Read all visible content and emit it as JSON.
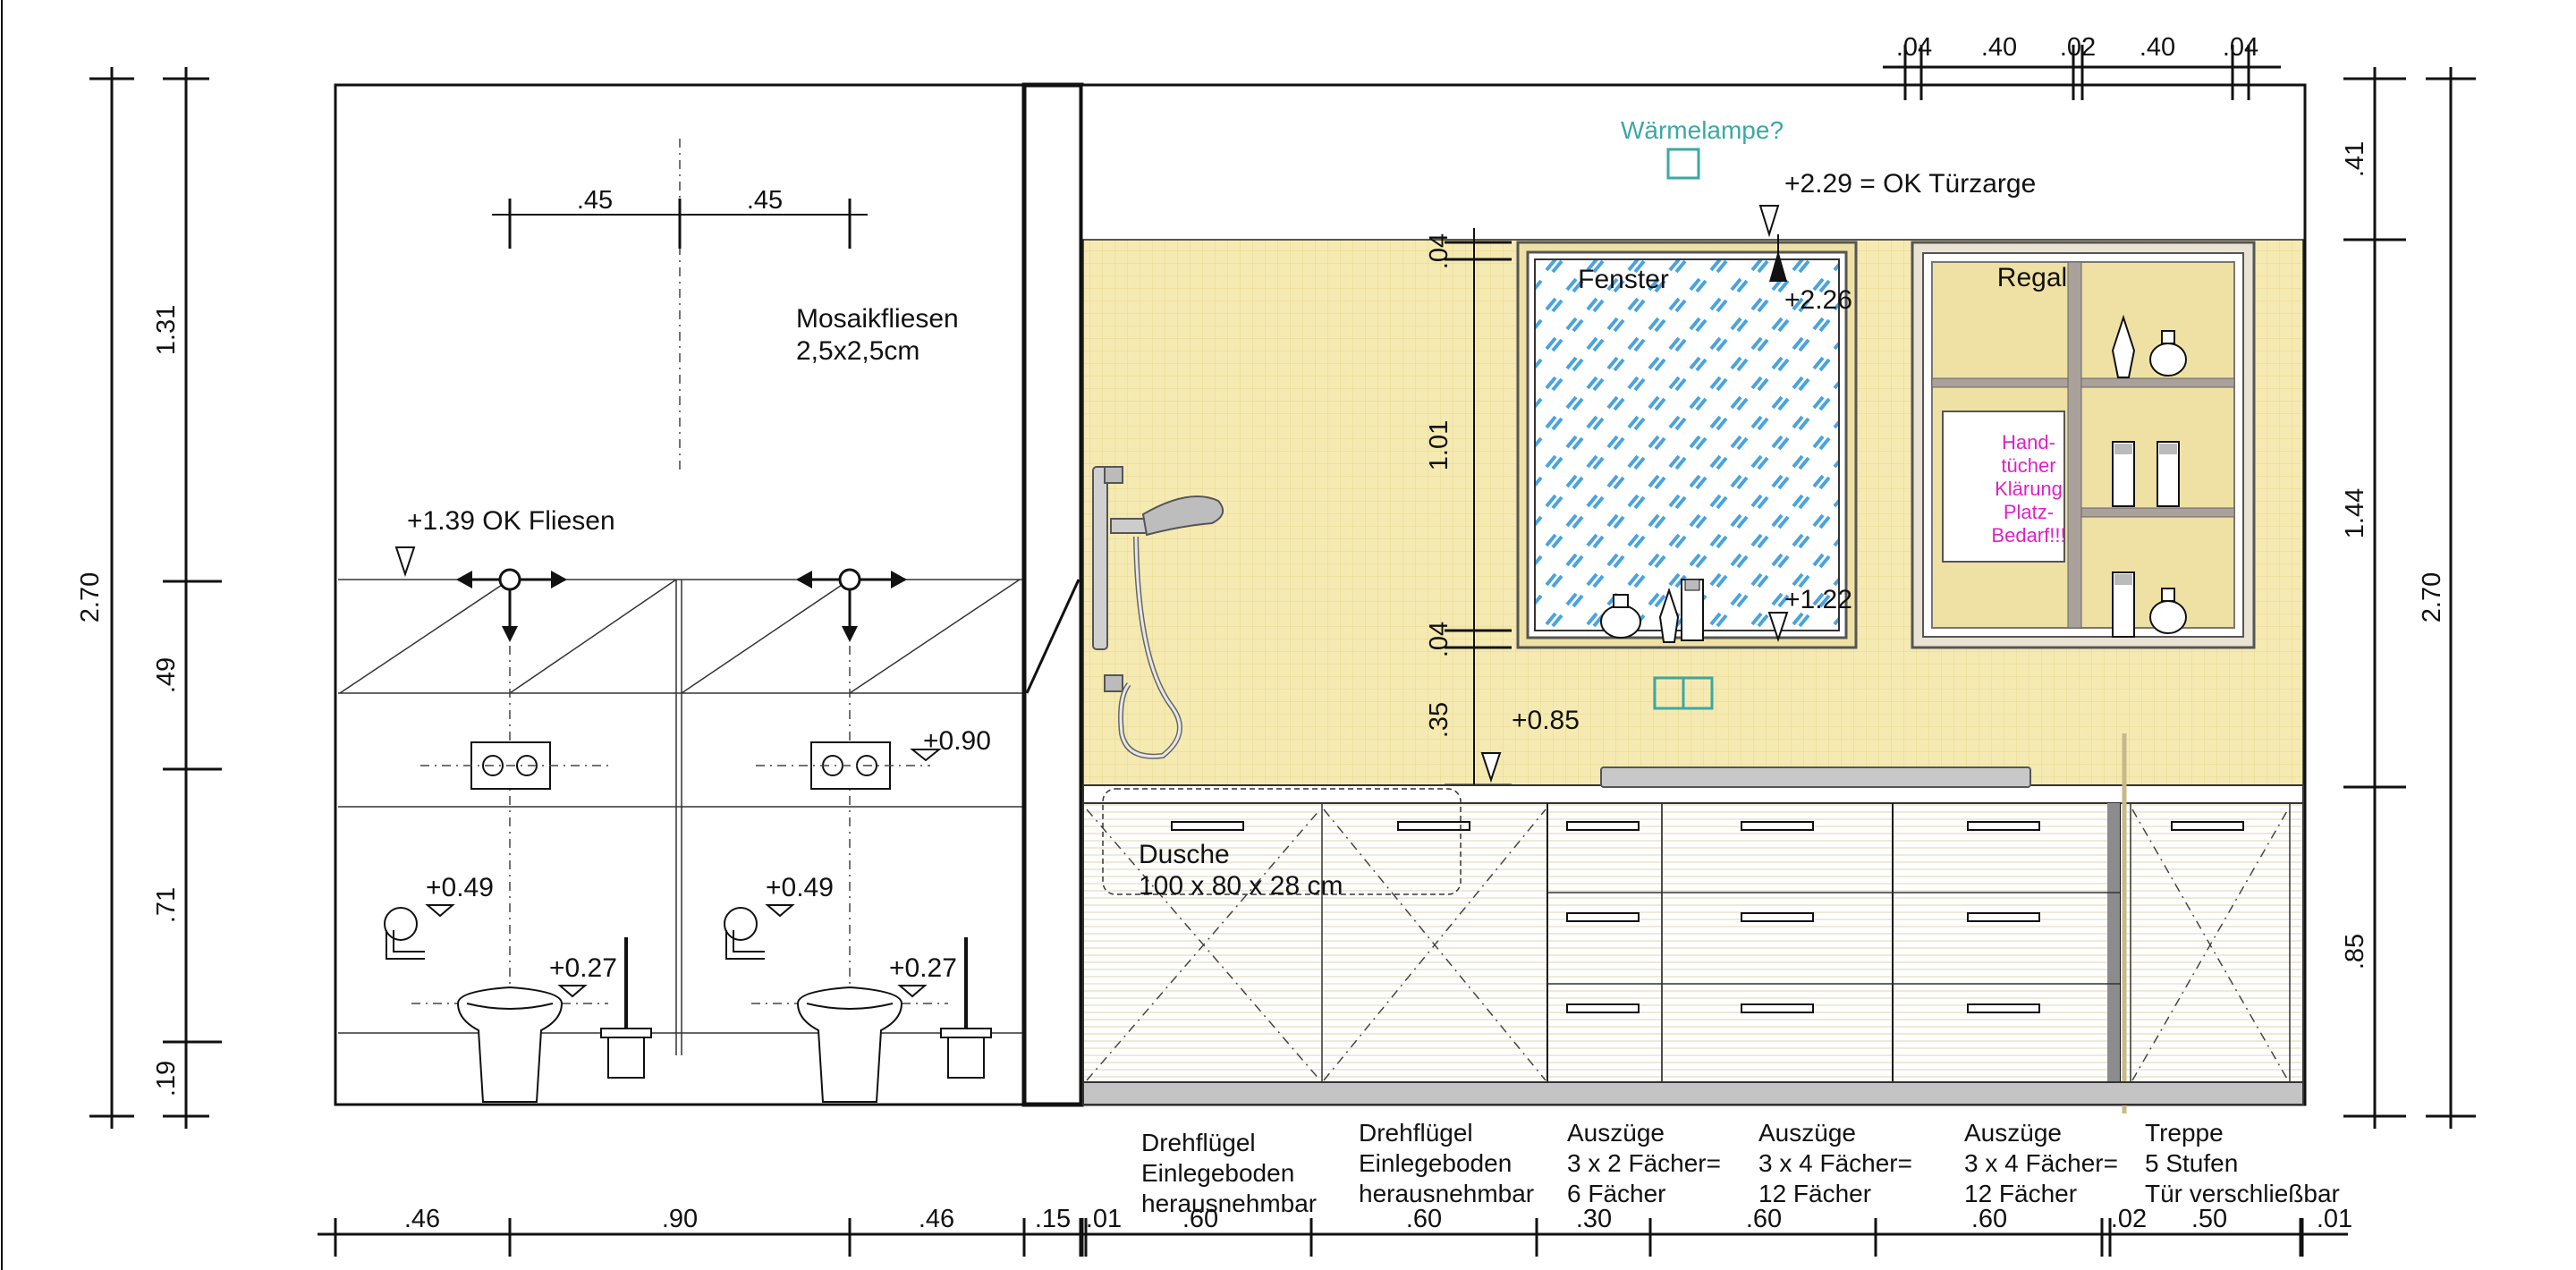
{
  "colors": {
    "tile": "#f6eab3",
    "shelf": "#efe1a4",
    "teal": "#3aa9a3",
    "magenta": "#e020c8",
    "window_pattern": "#4aa3df",
    "line": "#111111"
  },
  "dims_left": {
    "overall": "2.70",
    "segments": [
      "1.31",
      ".49",
      ".71",
      ".19"
    ]
  },
  "dims_right": {
    "overall": "2.70",
    "segments": [
      ".41",
      "1.44",
      ".85"
    ]
  },
  "dims_top": [
    ".04",
    ".40",
    ".02",
    ".40",
    ".04"
  ],
  "dims_bottom": [
    ".46",
    ".90",
    ".46",
    ".15",
    ".01",
    ".60",
    ".60",
    ".30",
    ".60",
    ".60",
    ".02",
    ".50",
    ".01"
  ],
  "dims_wc_spacing": [
    ".45",
    ".45"
  ],
  "dims_window": [
    ".04",
    "1.01",
    ".04",
    ".35"
  ],
  "levels": {
    "ok_fliesen": "+1.39 OK Fliesen",
    "wc1_flush": "+0.90",
    "wc1_paper": "+0.49",
    "wc1_seat": "+0.27",
    "wc2_paper": "+0.49",
    "wc2_seat": "+0.27",
    "tuerzarge": "+2.29 = OK Türzarge",
    "window_top": "+2.26",
    "window_sill": "+1.22",
    "counter": "+0.85"
  },
  "labels": {
    "mosaic_line1": "Mosaikfliesen",
    "mosaic_line2": "2,5x2,5cm",
    "heat_lamp": "Wärmelampe?",
    "window": "Fenster",
    "shelf": "Regal",
    "towels": [
      "Hand-",
      "tücher",
      "Klärung",
      "Platz-",
      "Bedarf!!!"
    ],
    "shower_line1": "Dusche",
    "shower_line2": "100 x 80 x 28 cm"
  },
  "cabinet_notes": [
    [
      "Drehflügel",
      "Einlegeboden",
      "herausnehmbar"
    ],
    [
      "Drehflügel",
      "Einlegeboden",
      "herausnehmbar"
    ],
    [
      "Auszüge",
      "3 x 2 Fächer=",
      "6 Fächer"
    ],
    [
      "Auszüge",
      "3 x 4 Fächer=",
      "12 Fächer"
    ],
    [
      "Auszüge",
      "3 x 4 Fächer=",
      "12 Fächer"
    ],
    [
      "Treppe",
      "5 Stufen",
      "Tür verschließbar"
    ]
  ]
}
